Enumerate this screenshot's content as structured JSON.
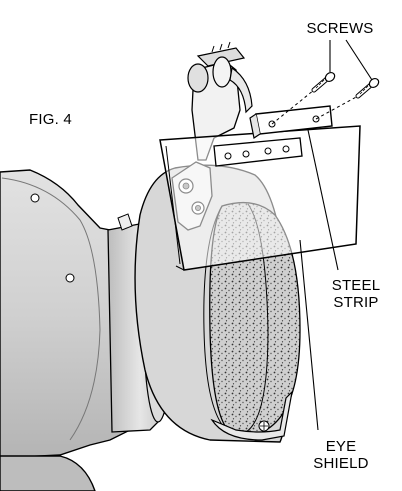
{
  "figure": {
    "label": "FIG. 4"
  },
  "callouts": {
    "screws": "SCREWS",
    "steel_strip": [
      "STEEL",
      "STRIP"
    ],
    "eye_shield": [
      "EYE",
      "SHIELD"
    ]
  },
  "colors": {
    "ink": "#000000",
    "motor": "#d2d2d2",
    "motor_dark": "#a8a8a8",
    "wheel": "#c9c9c9",
    "paper": "#ffffff"
  }
}
